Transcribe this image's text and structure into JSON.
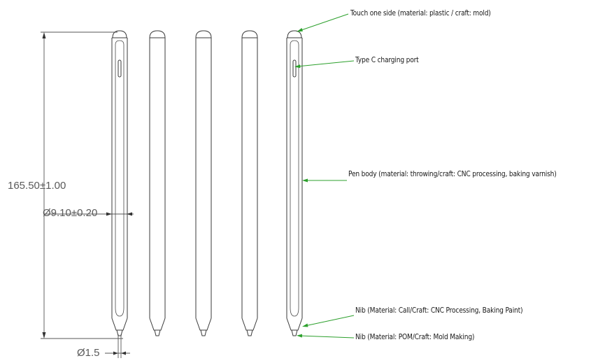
{
  "dimensions": {
    "length": "165.50±1.00",
    "diameter": "Ø9.10±0.20",
    "nib_diameter": "Ø1.5"
  },
  "callouts": {
    "touch_side": "Touch one side (material: plastic / craft: mold)",
    "charging_port": "Type C charging port",
    "pen_body": "Pen body (material: throwing/craft: CNC processing, baking varnish)",
    "nib_sleeve": "Nib (Material: Call/Craft: CNC Processing, Baking Paint)",
    "nib_tip": "Nib (Material: POM/Craft: Mold Making)"
  },
  "colors": {
    "drawing_line": "#3a3a3a",
    "leader_line": "#2ca02c",
    "dimension_text": "#5a5a5a"
  }
}
